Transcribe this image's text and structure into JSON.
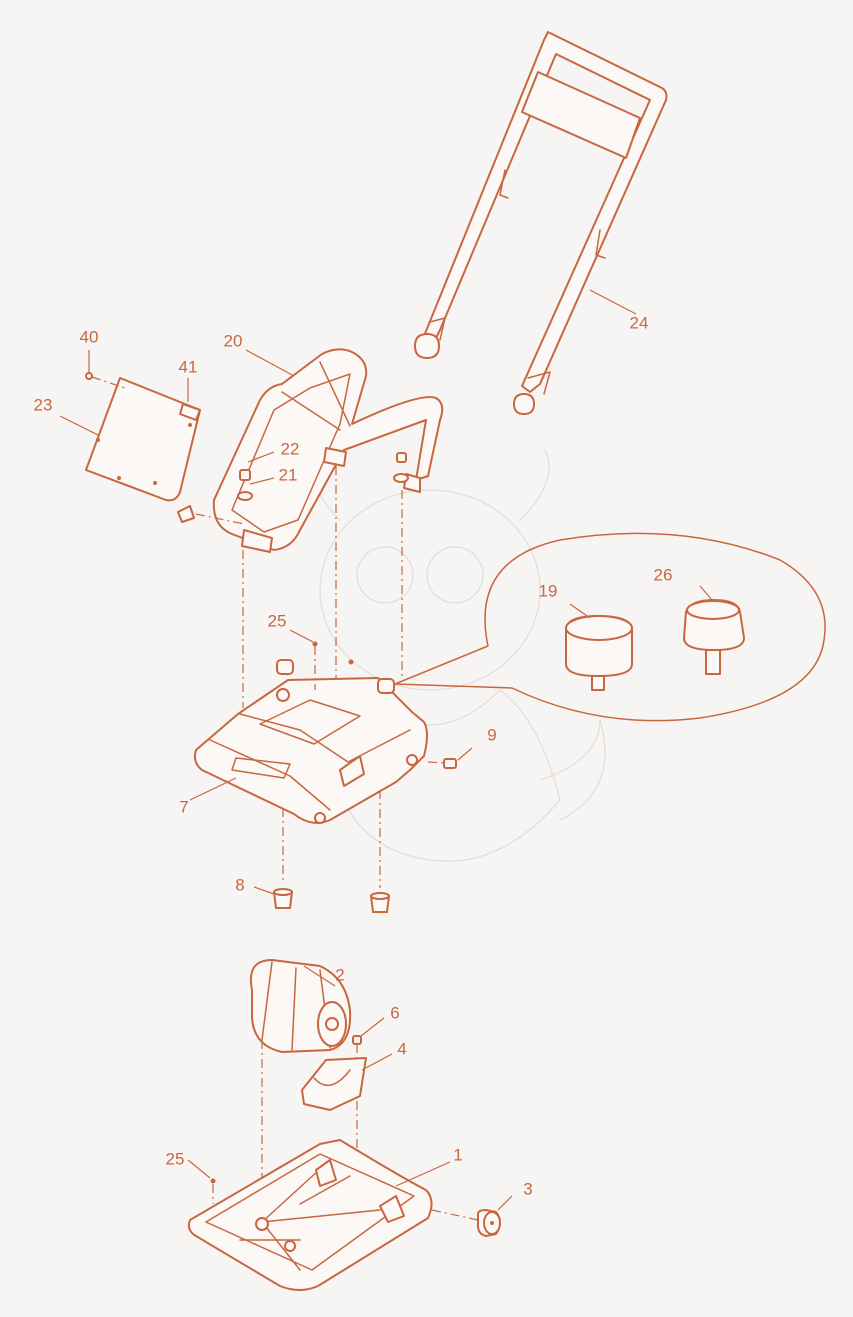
{
  "colors": {
    "ink": "#c8673f",
    "background": "#f7f5f3"
  },
  "labels": {
    "p1": "1",
    "p2": "2",
    "p3": "3",
    "p4": "4",
    "p6": "6",
    "p7": "7",
    "p8": "8",
    "p9": "9",
    "p19": "19",
    "p20": "20",
    "p21": "21",
    "p22": "22",
    "p23": "23",
    "p24": "24",
    "p25a": "25",
    "p25b": "25",
    "p26": "26",
    "p40": "40",
    "p41": "41"
  }
}
